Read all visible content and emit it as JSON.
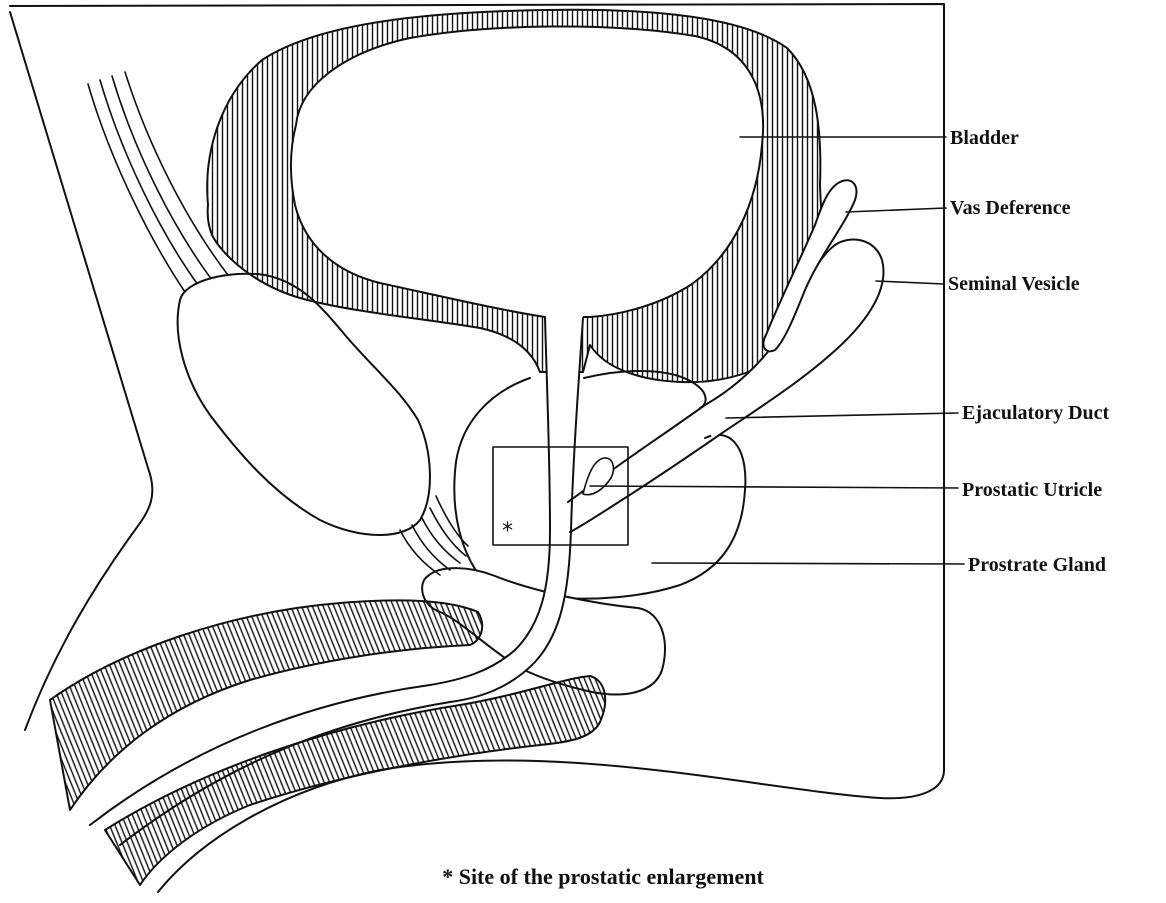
{
  "figure": {
    "labels": {
      "bladder": "Bladder",
      "vas_deference": "Vas Deference",
      "seminal_vesicle": "Seminal Vesicle",
      "ejaculatory_duct": "Ejaculatory Duct",
      "prostatic_utricle": "Prostatic Utricle",
      "prostrate_gland": "Prostrate Gland"
    },
    "marker": "*",
    "caption": "* Site of the prostatic enlargement"
  },
  "colors": {
    "ink": "#111111",
    "background": "#ffffff"
  }
}
